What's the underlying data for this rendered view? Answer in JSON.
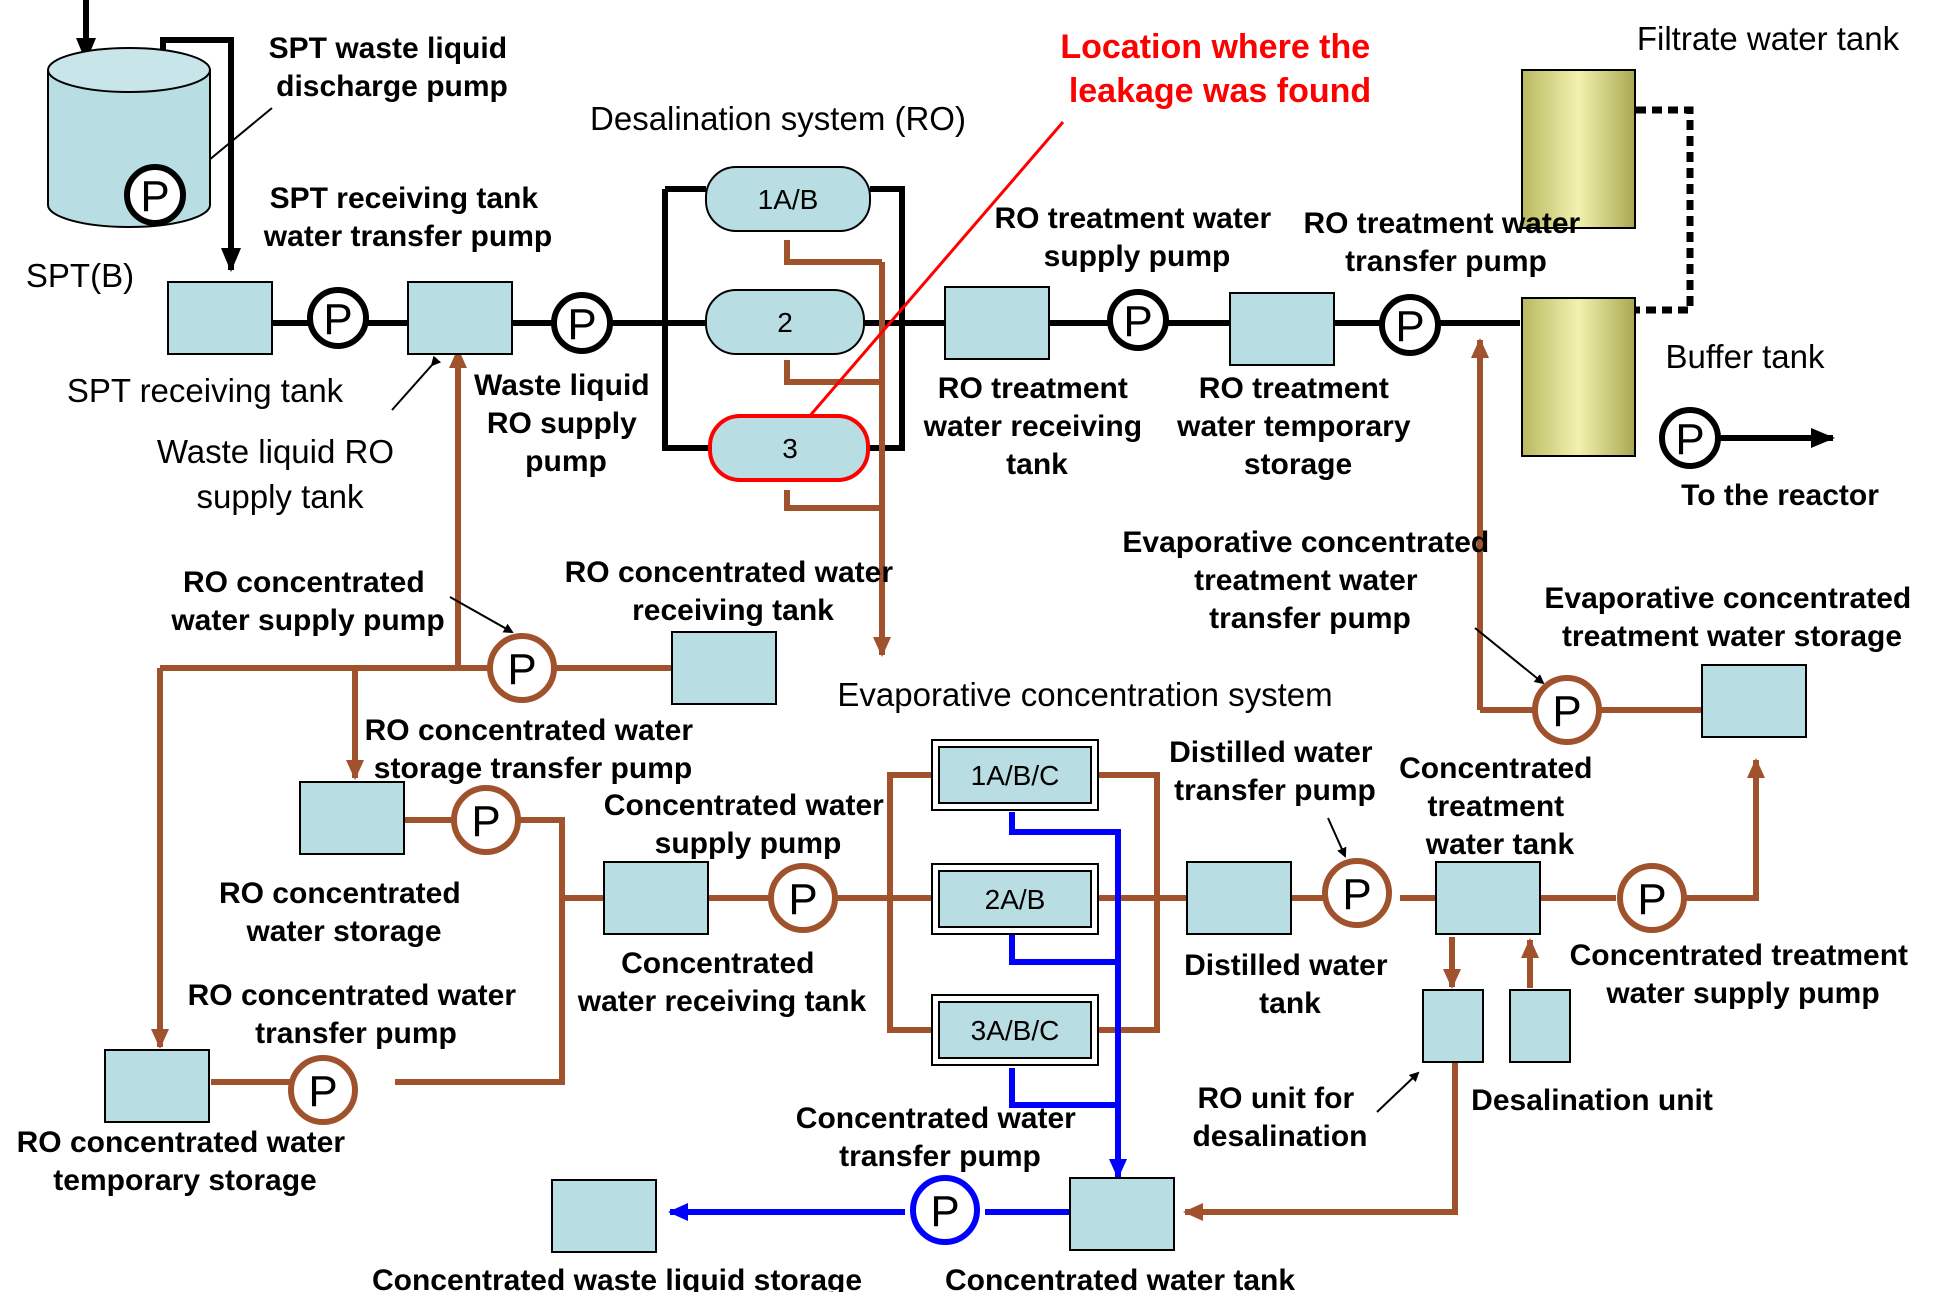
{
  "labels": {
    "spt_discharge_pump": [
      "SPT waste liquid",
      "discharge pump"
    ],
    "leak_location": [
      "Location where the",
      "leakage was found"
    ],
    "filtrate_tank": "Filtrate water tank",
    "desal_system": "Desalination system (RO)",
    "spt_transfer_pump": [
      "SPT receiving tank",
      "water transfer pump"
    ],
    "spt_b": "SPT(B)",
    "ro_treat_supply_pump": [
      "RO treatment water",
      "supply pump"
    ],
    "ro_treat_transfer_pump": [
      "RO treatment water",
      "transfer pump"
    ],
    "spt_receiving_tank": "SPT receiving tank",
    "waste_ro_supply_pump": [
      "Waste liquid",
      "RO supply",
      "pump"
    ],
    "ro_treat_receiving_tank": [
      "RO treatment",
      "water receiving",
      "tank"
    ],
    "ro_treat_temp_storage": [
      "RO treatment",
      "water temporary",
      "storage"
    ],
    "buffer_tank": "Buffer tank",
    "waste_ro_supply_tank": [
      "Waste liquid RO",
      "supply tank"
    ],
    "to_reactor": "To the reactor",
    "evap_transfer_pump": [
      "Evaporative concentrated",
      "treatment water",
      "transfer pump"
    ],
    "ro_conc_supply_pump": [
      "RO concentrated",
      "water supply pump"
    ],
    "ro_conc_receiving_tank": [
      "RO concentrated water",
      "receiving tank"
    ],
    "evap_storage": [
      "Evaporative concentrated",
      "treatment water storage"
    ],
    "evap_system": "Evaporative concentration system",
    "ro_conc_storage_transfer_pump": [
      "RO concentrated water",
      "storage transfer pump"
    ],
    "distilled_transfer_pump": [
      "Distilled water",
      "transfer pump"
    ],
    "conc_treat_tank": [
      "Concentrated",
      "treatment",
      "water tank"
    ],
    "conc_supply_pump": [
      "Concentrated water",
      "supply pump"
    ],
    "ro_conc_storage": [
      "RO concentrated",
      "water storage"
    ],
    "conc_receiving_tank": [
      "Concentrated",
      "water receiving tank"
    ],
    "distilled_tank": [
      "Distilled water",
      "tank"
    ],
    "conc_treat_supply_pump": [
      "Concentrated treatment",
      "water supply pump"
    ],
    "ro_conc_transfer_pump": [
      "RO concentrated water",
      "transfer pump"
    ],
    "ro_conc_temp_storage": [
      "RO concentrated water",
      "temporary storage"
    ],
    "ro_unit_desal": [
      "RO unit for",
      "desalination"
    ],
    "desal_unit": "Desalination unit",
    "conc_transfer_pump": [
      "Concentrated water",
      "transfer pump"
    ],
    "conc_waste_storage": "Concentrated waste liquid storage",
    "conc_water_tank": "Concentrated water tank"
  },
  "units": {
    "ro_1": "1A/B",
    "ro_2": "2",
    "ro_3": "3",
    "evap_1": "1A/B/C",
    "evap_2": "2A/B",
    "evap_3": "3A/B/C"
  },
  "pump_symbol": "P",
  "colors": {
    "pipe_main": "#000000",
    "pipe_concentrate": "#a0522d",
    "pipe_waste": "#0000ff",
    "leak": "#ff0000",
    "tank_fill": "#b8dde2",
    "buffer_fill": "#e6e6a0"
  }
}
